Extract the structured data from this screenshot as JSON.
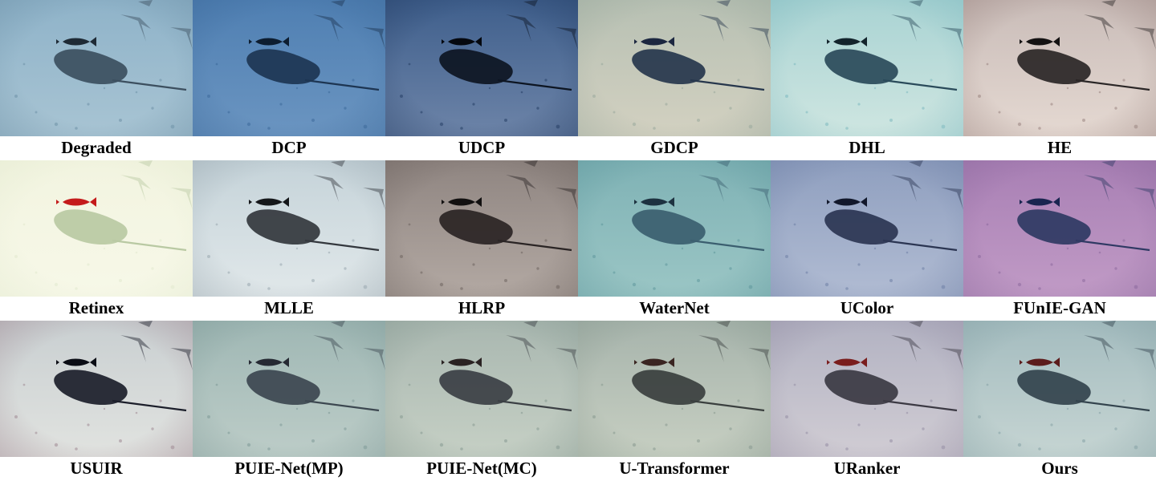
{
  "panels": [
    {
      "label": "Degraded",
      "tone": "#8fb3c9",
      "sand": "#a8c4d3",
      "ray": "#3c4f5f",
      "fish": "#1e2a35",
      "shade": "#6f92a8"
    },
    {
      "label": "DCP",
      "tone": "#4f7fb2",
      "sand": "#6b95c1",
      "ray": "#1d3552",
      "fish": "#0d1d30",
      "shade": "#3d6a9b"
    },
    {
      "label": "UDCP",
      "tone": "#3f5f8c",
      "sand": "#6d84a8",
      "ray": "#0d1522",
      "fish": "#05080f",
      "shade": "#263f66"
    },
    {
      "label": "GDCP",
      "tone": "#b7c0b3",
      "sand": "#d3d1c1",
      "ray": "#26364c",
      "fish": "#1c2740",
      "shade": "#9aa99d"
    },
    {
      "label": "DHL",
      "tone": "#a9d3d3",
      "sand": "#cfe6e1",
      "ray": "#2a4a5a",
      "fish": "#13242c",
      "shade": "#7fbac0"
    },
    {
      "label": "HE",
      "tone": "#c9bcb8",
      "sand": "#e5d9d2",
      "ray": "#2a2626",
      "fish": "#141212",
      "shade": "#9b8581"
    },
    {
      "label": "Retinex",
      "tone": "#f2f4e0",
      "sand": "#f7f8e8",
      "ray": "#b9c9a3",
      "fish": "#c41b1b",
      "shade": "#e3ead0"
    },
    {
      "label": "MLLE",
      "tone": "#c5d3d9",
      "sand": "#e1e8ea",
      "ray": "#33373d",
      "fish": "#15171a",
      "shade": "#9aa8b0"
    },
    {
      "label": "HLRP",
      "tone": "#8f8581",
      "sand": "#b3a9a3",
      "ray": "#2a2424",
      "fish": "#121010",
      "shade": "#6e6460"
    },
    {
      "label": "WaterNet",
      "tone": "#7fb2b5",
      "sand": "#9bc6c5",
      "ray": "#3b5e6f",
      "fish": "#1d3240",
      "shade": "#5f989d"
    },
    {
      "label": "UColor",
      "tone": "#8f9fbf",
      "sand": "#b1bcd3",
      "ray": "#2b3552",
      "fish": "#12182b",
      "shade": "#6f80a6"
    },
    {
      "label": "FUnIE-GAN",
      "tone": "#a87fb4",
      "sand": "#c19bc6",
      "ray": "#2f3963",
      "fish": "#1a2550",
      "shade": "#8d6a9e"
    },
    {
      "label": "USUIR",
      "tone": "#c9cfd1",
      "sand": "#e1e3e0",
      "ray": "#1b1e2a",
      "fish": "#0b0d15",
      "shade": "#a08a94"
    },
    {
      "label": "PUIE-Net(MP)",
      "tone": "#9fb7b4",
      "sand": "#bdcdc8",
      "ray": "#3c4750",
      "fish": "#262a33",
      "shade": "#7f9a98"
    },
    {
      "label": "PUIE-Net(MC)",
      "tone": "#a9b7b0",
      "sand": "#c6d0c5",
      "ray": "#3b3f44",
      "fish": "#2a2222",
      "shade": "#879a92"
    },
    {
      "label": "U-Transformer",
      "tone": "#a7b4ac",
      "sand": "#c7cfc2",
      "ray": "#3a3f3e",
      "fish": "#3a2522",
      "shade": "#899a90"
    },
    {
      "label": "URanker",
      "tone": "#b2b2c2",
      "sand": "#d1cdd4",
      "ray": "#3b3943",
      "fish": "#7a1d1d",
      "shade": "#968fa5"
    },
    {
      "label": "Ours",
      "tone": "#a4bcbf",
      "sand": "#c6d5d3",
      "ray": "#33434d",
      "fish": "#5c1c1c",
      "shade": "#86a2a6"
    }
  ]
}
